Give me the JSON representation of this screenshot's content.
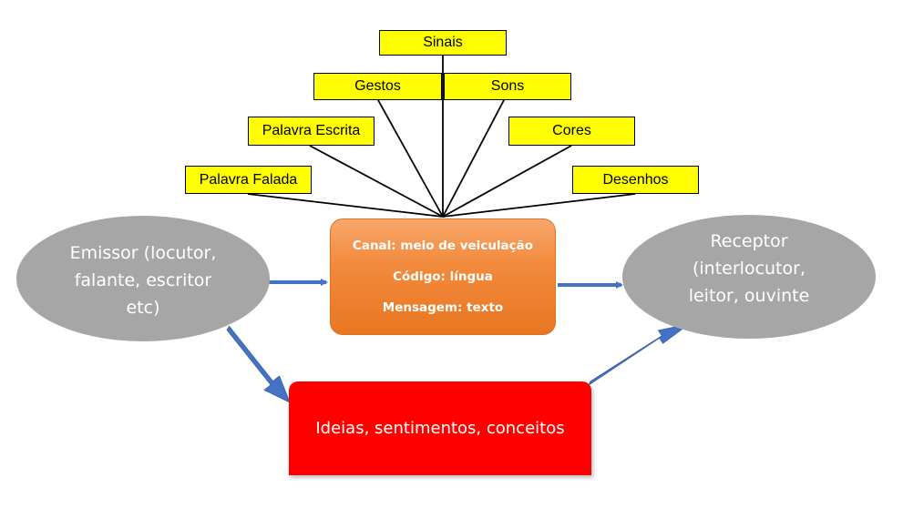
{
  "signals": [
    {
      "label": "Sinais"
    },
    {
      "label": "Gestos"
    },
    {
      "label": "Sons"
    },
    {
      "label": "Palavra Escrita"
    },
    {
      "label": "Cores"
    },
    {
      "label": "Palavra Falada"
    },
    {
      "label": "Desenhos"
    }
  ],
  "emitter": {
    "label": "Emissor (locutor,\nfalante, escritor\netc)"
  },
  "receiver": {
    "label": "Receptor\n(interlocutor,\nleitor, ouvinte"
  },
  "channel": {
    "line1": "Canal: meio de veiculação",
    "line2": "Código: língua",
    "line3": "Mensagem: texto"
  },
  "ideas": {
    "label": "Ideias, sentimentos, conceitos"
  },
  "colors": {
    "signal_box": "#ffff00",
    "ellipse": "#a6a6a6",
    "channel": "#f28a3c",
    "ideas": "#ff0000",
    "arrow": "#4472c4"
  }
}
